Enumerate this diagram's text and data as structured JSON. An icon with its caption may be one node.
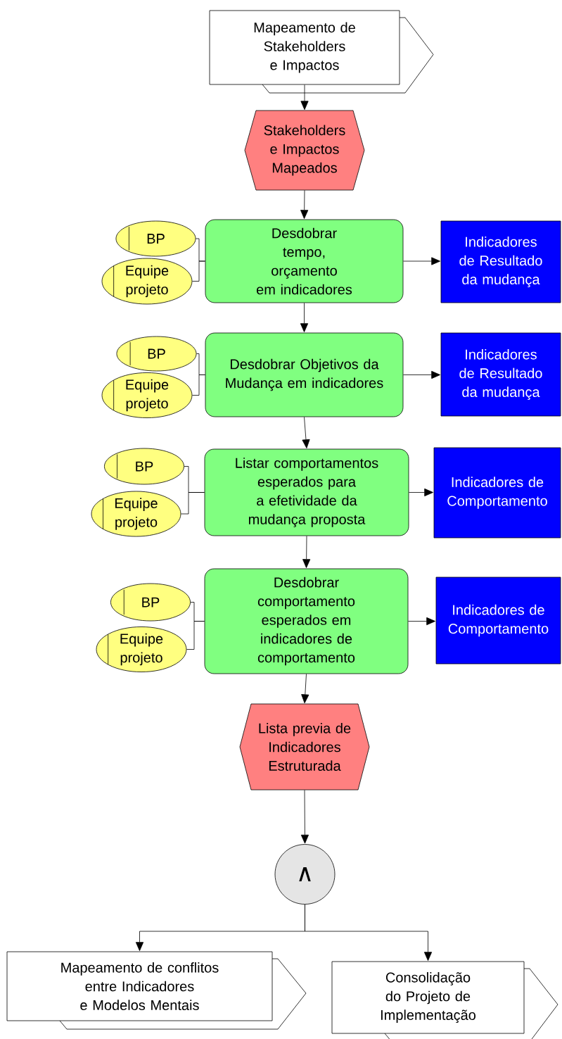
{
  "diagram": {
    "nodes": [
      {
        "text": [
          "Mapeamento de Stakeholders e Impactos"
        ]
      },
      {
        "text": [
          "Stakeholders e Impactos Mapeados"
        ]
      },
      {
        "text": [
          "BP"
        ]
      },
      {
        "text": [
          "Equipe projeto"
        ]
      },
      {
        "text": [
          "Desdobrar tempo, orçamento em indicadores"
        ]
      },
      {
        "text": [
          "Indicadores de Resultado da mudança"
        ]
      },
      {
        "text": [
          "BP"
        ]
      },
      {
        "text": [
          "Equipe projeto"
        ]
      },
      {
        "text": [
          "Desdobrar Objetivos da Mudança em indicadores"
        ]
      },
      {
        "text": [
          "Indicadores de Resultado da mudança"
        ]
      },
      {
        "text": [
          "BP"
        ]
      },
      {
        "text": [
          "Equipe projeto"
        ]
      },
      {
        "text": [
          "Listar comportamentos esperados para a efetividade da mudança proposta"
        ]
      },
      {
        "text": [
          "Indicadores de Comportamento"
        ]
      },
      {
        "text": [
          "BP"
        ]
      },
      {
        "text": [
          "Equipe projeto"
        ]
      },
      {
        "text": [
          "Desdobrar comportamento esperados em indicadores de comportamento"
        ]
      },
      {
        "text": [
          "Indicadores de Comportamento"
        ]
      },
      {
        "text": [
          "Lista previa de Indicadores Estruturada"
        ]
      },
      {
        "text": [
          "∧"
        ]
      },
      {
        "text": [
          "Mapeamento de conflitos entre Indicadores e Modelos Mentais"
        ]
      },
      {
        "text": [
          "Consolidação do Projeto de Implementação"
        ]
      }
    ],
    "edges": [
      {
        "from": 0,
        "to": 1,
        "arrow": "to"
      },
      {
        "from": 1,
        "to": 4,
        "arrow": "to"
      },
      {
        "from": 2,
        "to": 4,
        "arrow": "none"
      },
      {
        "from": 3,
        "to": 4,
        "arrow": "none"
      },
      {
        "from": 4,
        "to": 5,
        "arrow": "to"
      },
      {
        "from": 4,
        "to": 8,
        "arrow": "to"
      },
      {
        "from": 6,
        "to": 8,
        "arrow": "none"
      },
      {
        "from": 7,
        "to": 8,
        "arrow": "none"
      },
      {
        "from": 8,
        "to": 9,
        "arrow": "to"
      },
      {
        "from": 8,
        "to": 12,
        "arrow": "to"
      },
      {
        "from": 10,
        "to": 12,
        "arrow": "none"
      },
      {
        "from": 11,
        "to": 12,
        "arrow": "none"
      },
      {
        "from": 12,
        "to": 13,
        "arrow": "to"
      },
      {
        "from": 12,
        "to": 16,
        "arrow": "to"
      },
      {
        "from": 14,
        "to": 16,
        "arrow": "none"
      },
      {
        "from": 15,
        "to": 16,
        "arrow": "none"
      },
      {
        "from": 16,
        "to": 17,
        "arrow": "to"
      },
      {
        "from": 16,
        "to": 18,
        "arrow": "to"
      },
      {
        "from": 18,
        "to": 19,
        "arrow": "to"
      },
      {
        "from": 19,
        "to": 20,
        "arrow": "to"
      },
      {
        "from": 19,
        "to": 21,
        "arrow": "to"
      }
    ]
  }
}
